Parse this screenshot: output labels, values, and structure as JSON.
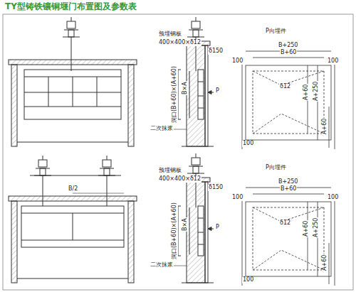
{
  "diagram": {
    "title": "TY型铸铁镶铜堰门布置图及参数表",
    "labels": [
      "预埋钢板",
      "400×400×δ12",
      "δ150",
      "洞口(B+60)×(A+60)",
      "B×A",
      "P",
      "二次抹浆",
      "P向埋件",
      "B+250",
      "B+60",
      "100",
      "100",
      "δ12",
      "A+60",
      "A+250",
      "A+60",
      "100",
      "B/2",
      "预埋钢板",
      "400×400×δ12",
      "δ150",
      "洞口(B+60)×(A+60)",
      "B×A",
      "P",
      "二次抹浆",
      "P向埋件",
      "B+250",
      "B+60",
      "100",
      "100",
      "δ12",
      "A+60",
      "A+250",
      "A+60",
      "100"
    ]
  }
}
